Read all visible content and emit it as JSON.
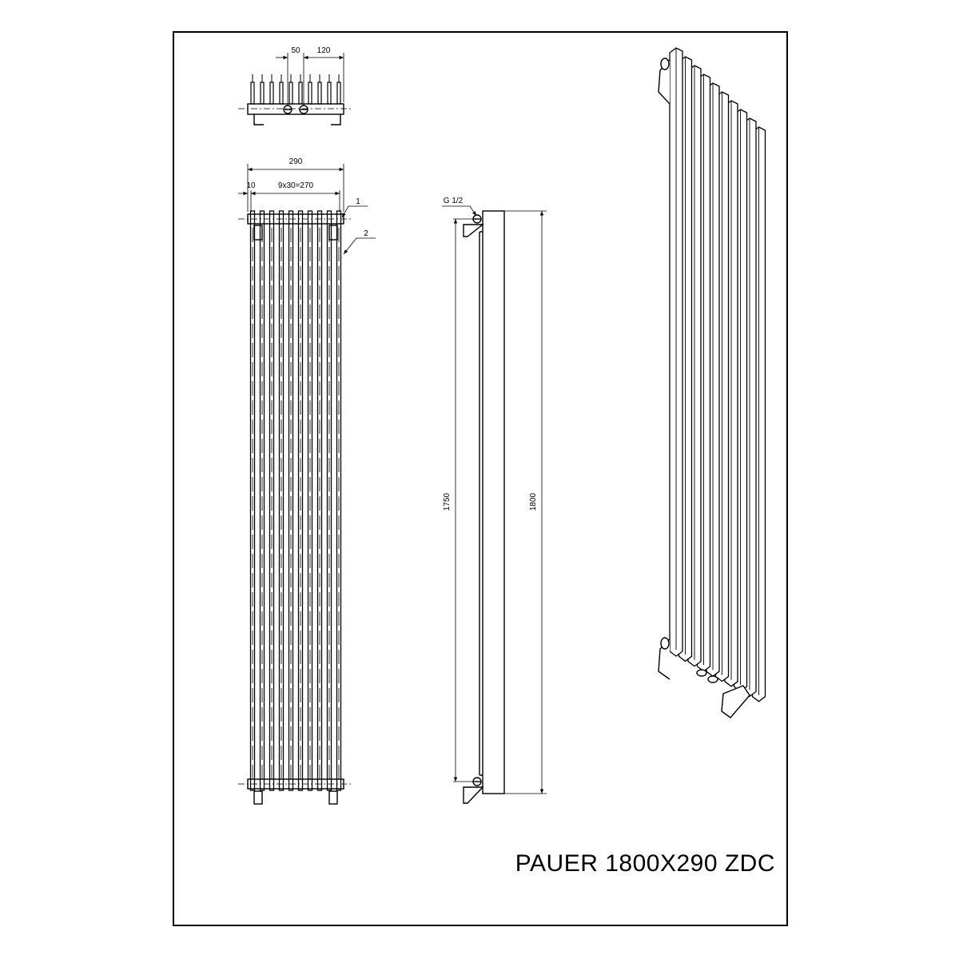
{
  "drawing": {
    "title": "PAUER 1800X290 ZDC",
    "top_view": {
      "dim_spacing": "50",
      "dim_offset": "120"
    },
    "front_view": {
      "dim_width": "290",
      "dim_edge": "10",
      "dim_pitch": "9x30=270",
      "callout_1": "1",
      "callout_2": "2"
    },
    "side_view": {
      "thread_label": "G 1/2",
      "dim_axis": "1750",
      "dim_height": "1800"
    }
  }
}
